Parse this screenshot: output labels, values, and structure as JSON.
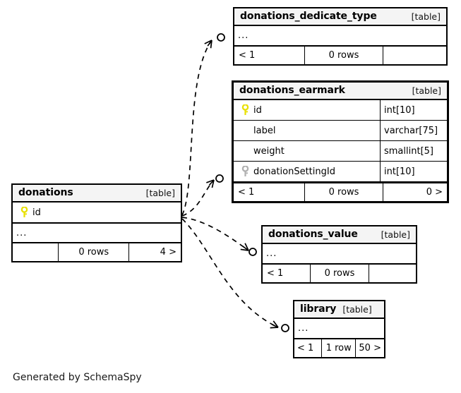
{
  "diagram": {
    "caption": "Generated by SchemaSpy",
    "kind_tag": "[table]",
    "ellipsis": "...",
    "colors": {
      "primary_key": "#e8e000",
      "foreign_key": "#b0b0b0",
      "border": "#000000",
      "header_bg": "#f4f4f4",
      "background": "#ffffff",
      "edge": "#000000"
    }
  },
  "tables": {
    "donations_dedicate_type": {
      "name": "donations_dedicate_type",
      "kind": "[table]",
      "columns": [],
      "has_ellipsis": true,
      "footer": {
        "left": "< 1",
        "center": "0 rows",
        "right": ""
      }
    },
    "donations_earmark": {
      "name": "donations_earmark",
      "kind": "[table]",
      "columns": [
        {
          "name": "id",
          "type": "int[10]",
          "key": "primary"
        },
        {
          "name": "label",
          "type": "varchar[75]",
          "key": "none"
        },
        {
          "name": "weight",
          "type": "smallint[5]",
          "key": "none"
        },
        {
          "name": "donationSettingId",
          "type": "int[10]",
          "key": "foreign"
        }
      ],
      "has_ellipsis": false,
      "footer": {
        "left": "< 1",
        "center": "0 rows",
        "right": "0 >"
      }
    },
    "donations": {
      "name": "donations",
      "kind": "[table]",
      "columns": [
        {
          "name": "id",
          "type": "",
          "key": "primary"
        }
      ],
      "has_ellipsis": true,
      "footer": {
        "left": "",
        "center": "0 rows",
        "right": "4 >"
      }
    },
    "donations_value": {
      "name": "donations_value",
      "kind": "[table]",
      "columns": [],
      "has_ellipsis": true,
      "footer": {
        "left": "< 1",
        "center": "0 rows",
        "right": ""
      }
    },
    "library": {
      "name": "library",
      "kind": "[table]",
      "columns": [],
      "has_ellipsis": true,
      "footer": {
        "left": "< 1",
        "center": "1 row",
        "right": "50 >"
      }
    }
  },
  "relationships": [
    {
      "from": "donations",
      "to": "donations_dedicate_type"
    },
    {
      "from": "donations",
      "to": "donations_earmark"
    },
    {
      "from": "donations",
      "to": "donations_value"
    },
    {
      "from": "donations",
      "to": "library"
    }
  ]
}
